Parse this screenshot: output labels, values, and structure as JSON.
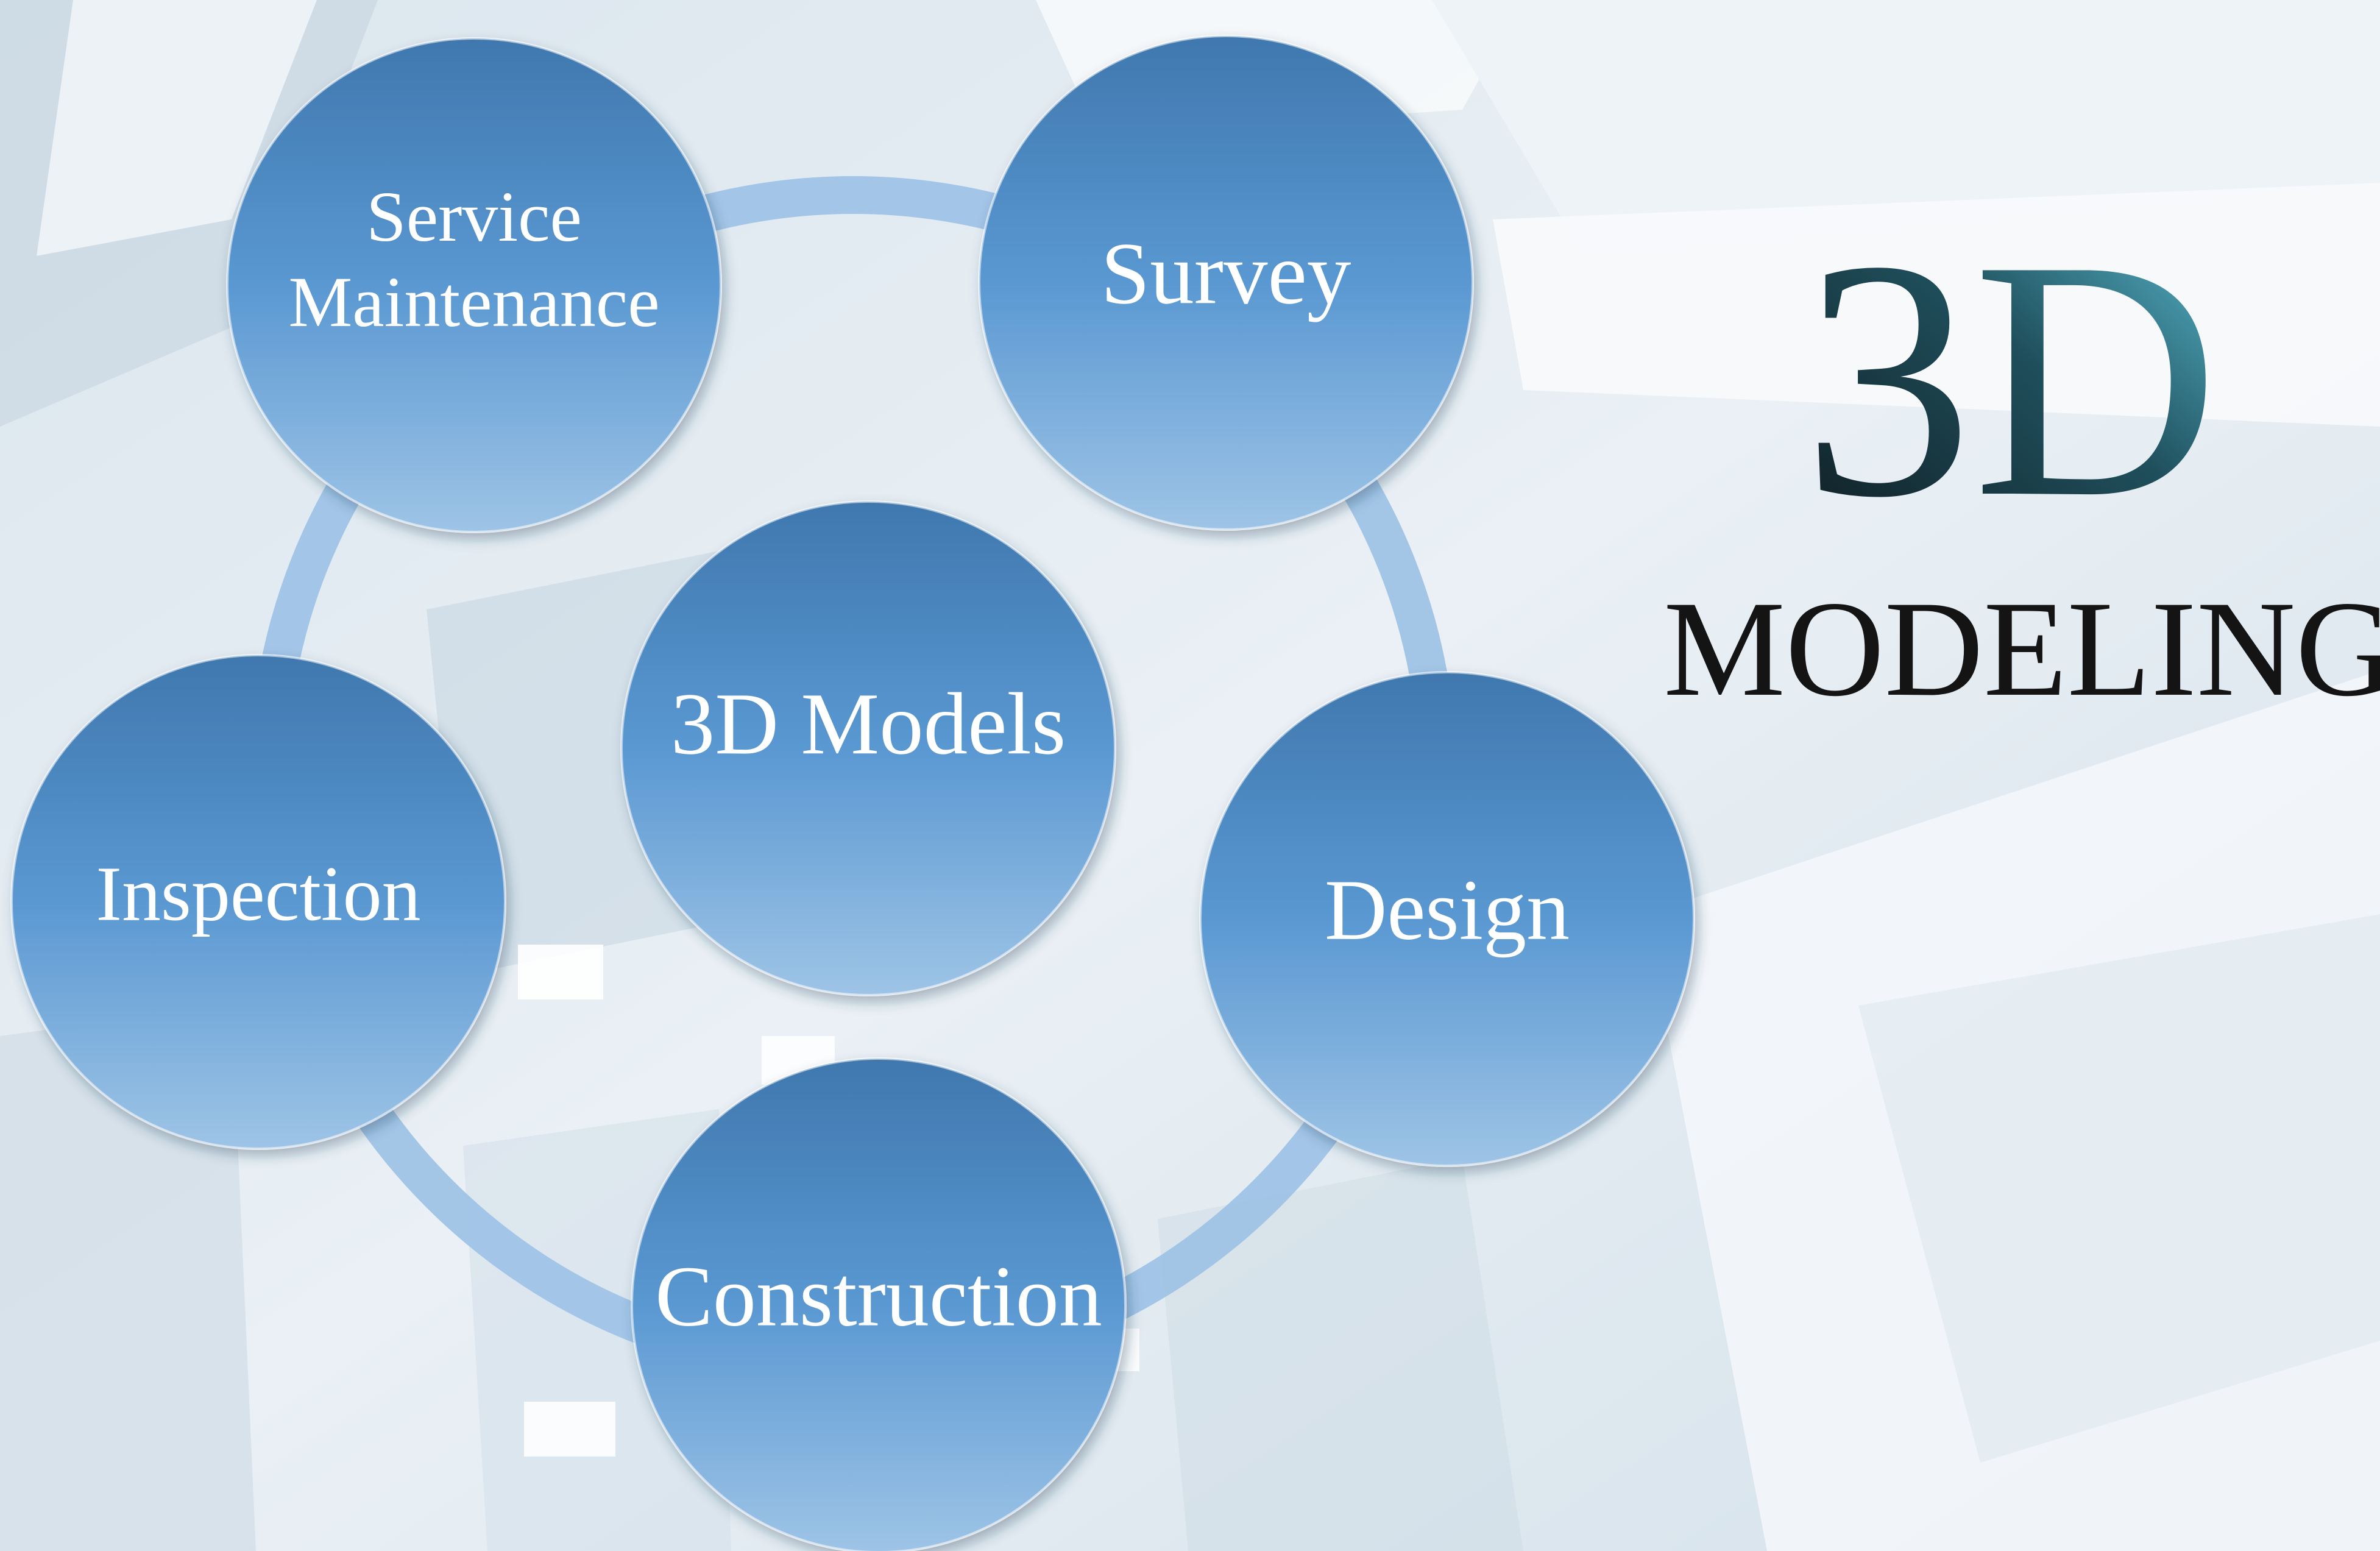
{
  "diagram": {
    "nodes": [
      {
        "id": "service-maintenance",
        "lines": [
          "Service",
          "Maintenance"
        ]
      },
      {
        "id": "survey",
        "lines": [
          "Survey"
        ]
      },
      {
        "id": "models",
        "lines": [
          "3D Models"
        ]
      },
      {
        "id": "inspection",
        "lines": [
          "Inspection"
        ]
      },
      {
        "id": "design",
        "lines": [
          "Design"
        ]
      },
      {
        "id": "construction",
        "lines": [
          "Construction"
        ]
      }
    ],
    "cycle_order": [
      "survey",
      "design",
      "construction",
      "inspection",
      "service-maintenance"
    ],
    "center_node": "models"
  },
  "logo": {
    "title": "3D",
    "subtitle": "MODELING"
  },
  "colors": {
    "node_top": "#3f78ae",
    "node_mid": "#5a98d2",
    "node_bottom": "#9ec4e6",
    "ring": "#9fc3e6",
    "background": "#e6eef4",
    "subtitle": "#141414",
    "title_dark": "#0f1a1f",
    "title_light": "#5ec3d9"
  }
}
